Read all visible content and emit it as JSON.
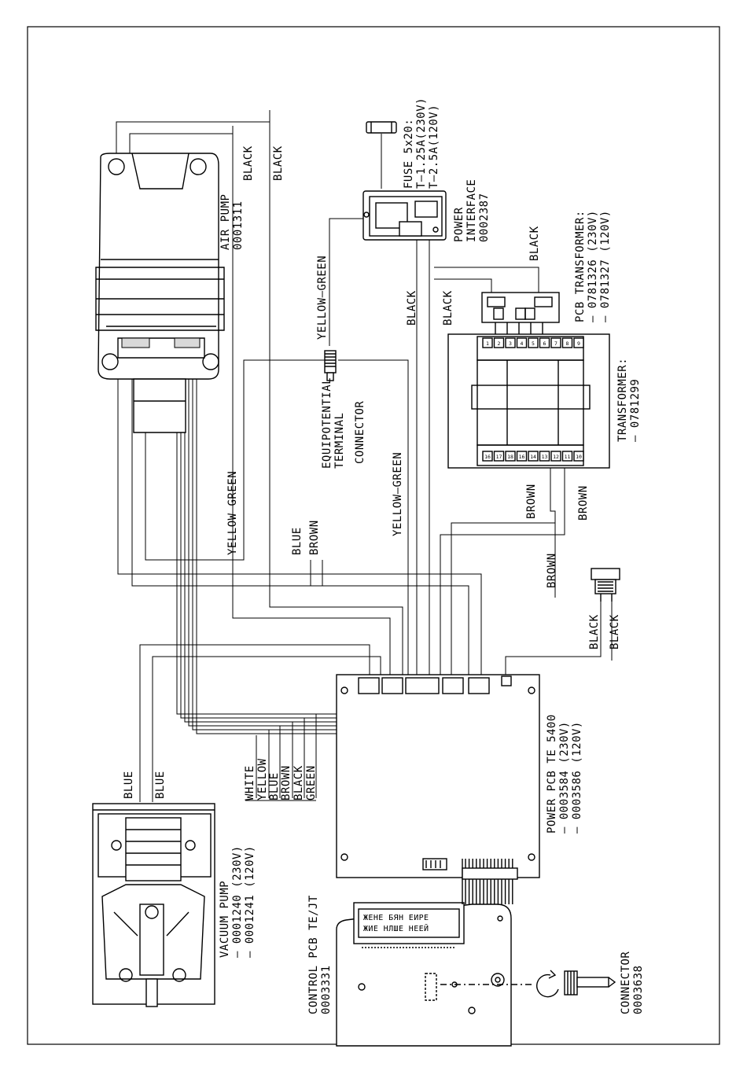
{
  "air_pump": {
    "name": "AIR PUMP",
    "code": "0001311"
  },
  "vacuum_pump": {
    "name": "VACUUM PUMP",
    "code_230": "– 0001240 (230V)",
    "code_120": "– 0001241 (120V)"
  },
  "power_interface": {
    "name": "POWER",
    "name2": "INTERFACE",
    "code": "0002387"
  },
  "fuse": {
    "line1": "FUSE 5x20:",
    "line2": "T–1.25A(230V)",
    "line3": "T–2.5A(120V)"
  },
  "pcb_transformer": {
    "name": "PCB TRANSFORMER:",
    "code_230": "– 0781326 (230V)",
    "code_120": "– 0781327 (120V)"
  },
  "transformer": {
    "name": "TRANSFORMER:",
    "code": "– 0781299"
  },
  "equipotential": {
    "line1": "EQUIPOTENTIAL",
    "line2": "TERMINAL",
    "line3": "CONNECTOR"
  },
  "power_pcb": {
    "name": "POWER PCB TE 5400",
    "code_230": "– 0003584 (230V)",
    "code_120": "– 0003586 (120V)"
  },
  "control_pcb": {
    "name": "CONTROL PCB TE/JT",
    "code": "0003331"
  },
  "connector": {
    "name": "CONNECTOR",
    "code": "0003638"
  },
  "transformer_pins_top": [
    "1",
    "2",
    "3",
    "4",
    "5",
    "6",
    "7",
    "8",
    "9"
  ],
  "transformer_pins_bottom": [
    "16",
    "17",
    "18",
    "16",
    "14",
    "13",
    "12",
    "11",
    "10"
  ],
  "wire_labels": {
    "black_air_1": "BLACK",
    "black_air_2": "BLACK",
    "yellow_green_term": "YELLOW–GREEN",
    "black_pi_1": "BLACK",
    "black_pi_2": "BLACK",
    "black_pcbt": "BLACK",
    "yellow_green_air": "YELLOW–GREEN",
    "yellow_green_pcb": "YELLOW–GREEN",
    "blue_air": "BLUE",
    "brown_air": "BROWN",
    "brown_1": "BROWN",
    "brown_2": "BROWN",
    "brown_3": "BROWN",
    "black_conn_1": "BLACK",
    "black_conn_2": "BLACK",
    "blue_vac_1": "BLUE",
    "blue_vac_2": "BLUE"
  },
  "color_legend": [
    "WHITE",
    "YELLOW",
    "BLUE",
    "BROWN",
    "BLACK",
    "GREEN"
  ]
}
